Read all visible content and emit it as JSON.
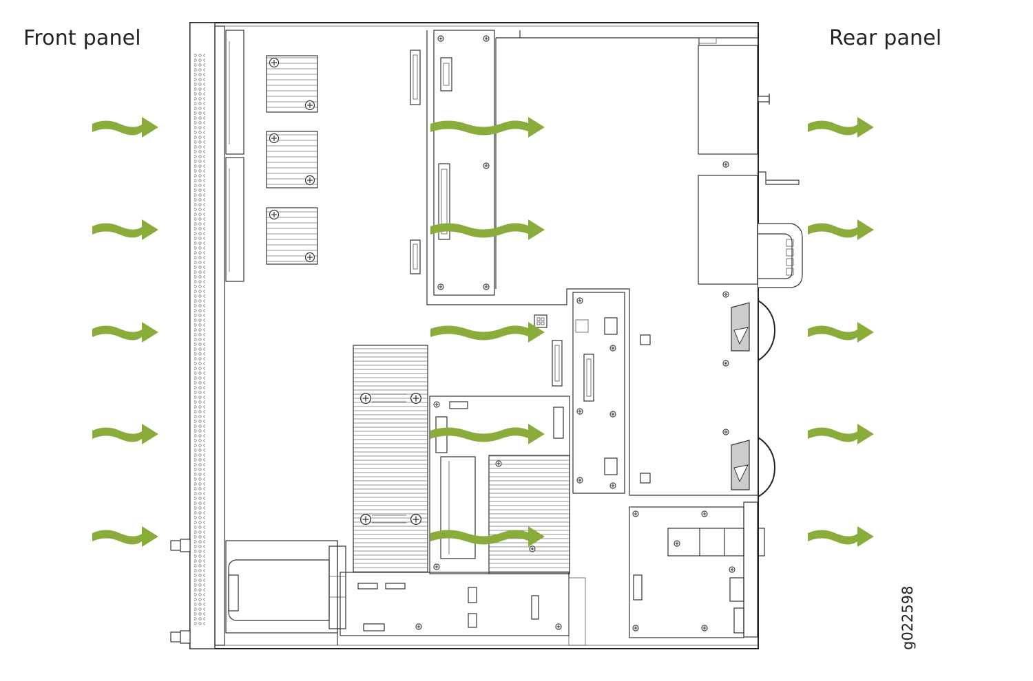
{
  "labels": {
    "front_panel": "Front panel",
    "rear_panel": "Rear panel",
    "figure_id": "g022598"
  },
  "colors": {
    "airflow_arrow": "#8aac3a",
    "line": "#333333"
  },
  "airflow": {
    "direction": "front-to-rear",
    "rows": 5,
    "arrow_icon": "airflow-arrow-icon"
  }
}
